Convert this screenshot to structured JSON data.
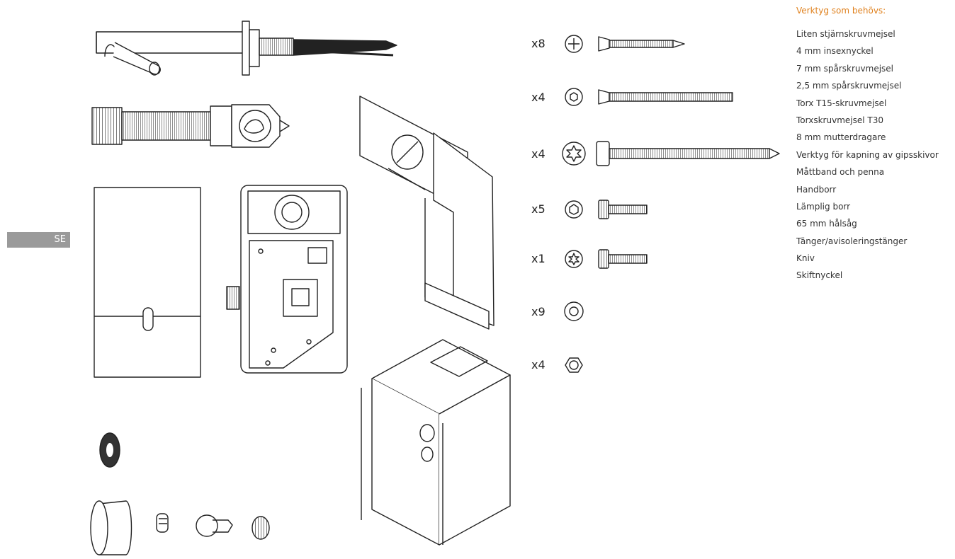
{
  "language_tab": "SE",
  "tools": {
    "title": "Verktyg som behövs:",
    "items": [
      "Liten stjärnskruvmejsel",
      "4 mm insexnyckel",
      "7 mm spårskruvmejsel",
      "2,5 mm spårskruvmejsel",
      "Torx T15-skruvmejsel",
      "Torxskruvmejsel T30",
      "8 mm mutterdragare",
      "Verktyg för kapning av gipsskivor",
      "Måttband och penna",
      "Handborr",
      "Lämplig borr",
      "65 mm hålsåg",
      "Tänger/avisoleringstänger",
      "Kniv",
      "Skiftnyckel"
    ]
  },
  "hardware": [
    {
      "qty": "x8",
      "icon": "phillips-head-icon"
    },
    {
      "qty": "x4",
      "icon": "hex-socket-head-icon"
    },
    {
      "qty": "x4",
      "icon": "torx-head-icon"
    },
    {
      "qty": "x5",
      "icon": "hex-socket-head-icon"
    },
    {
      "qty": "x1",
      "icon": "torx-head-icon"
    },
    {
      "qty": "x9",
      "icon": "washer-icon"
    },
    {
      "qty": "x4",
      "icon": "hex-nut-icon"
    }
  ]
}
